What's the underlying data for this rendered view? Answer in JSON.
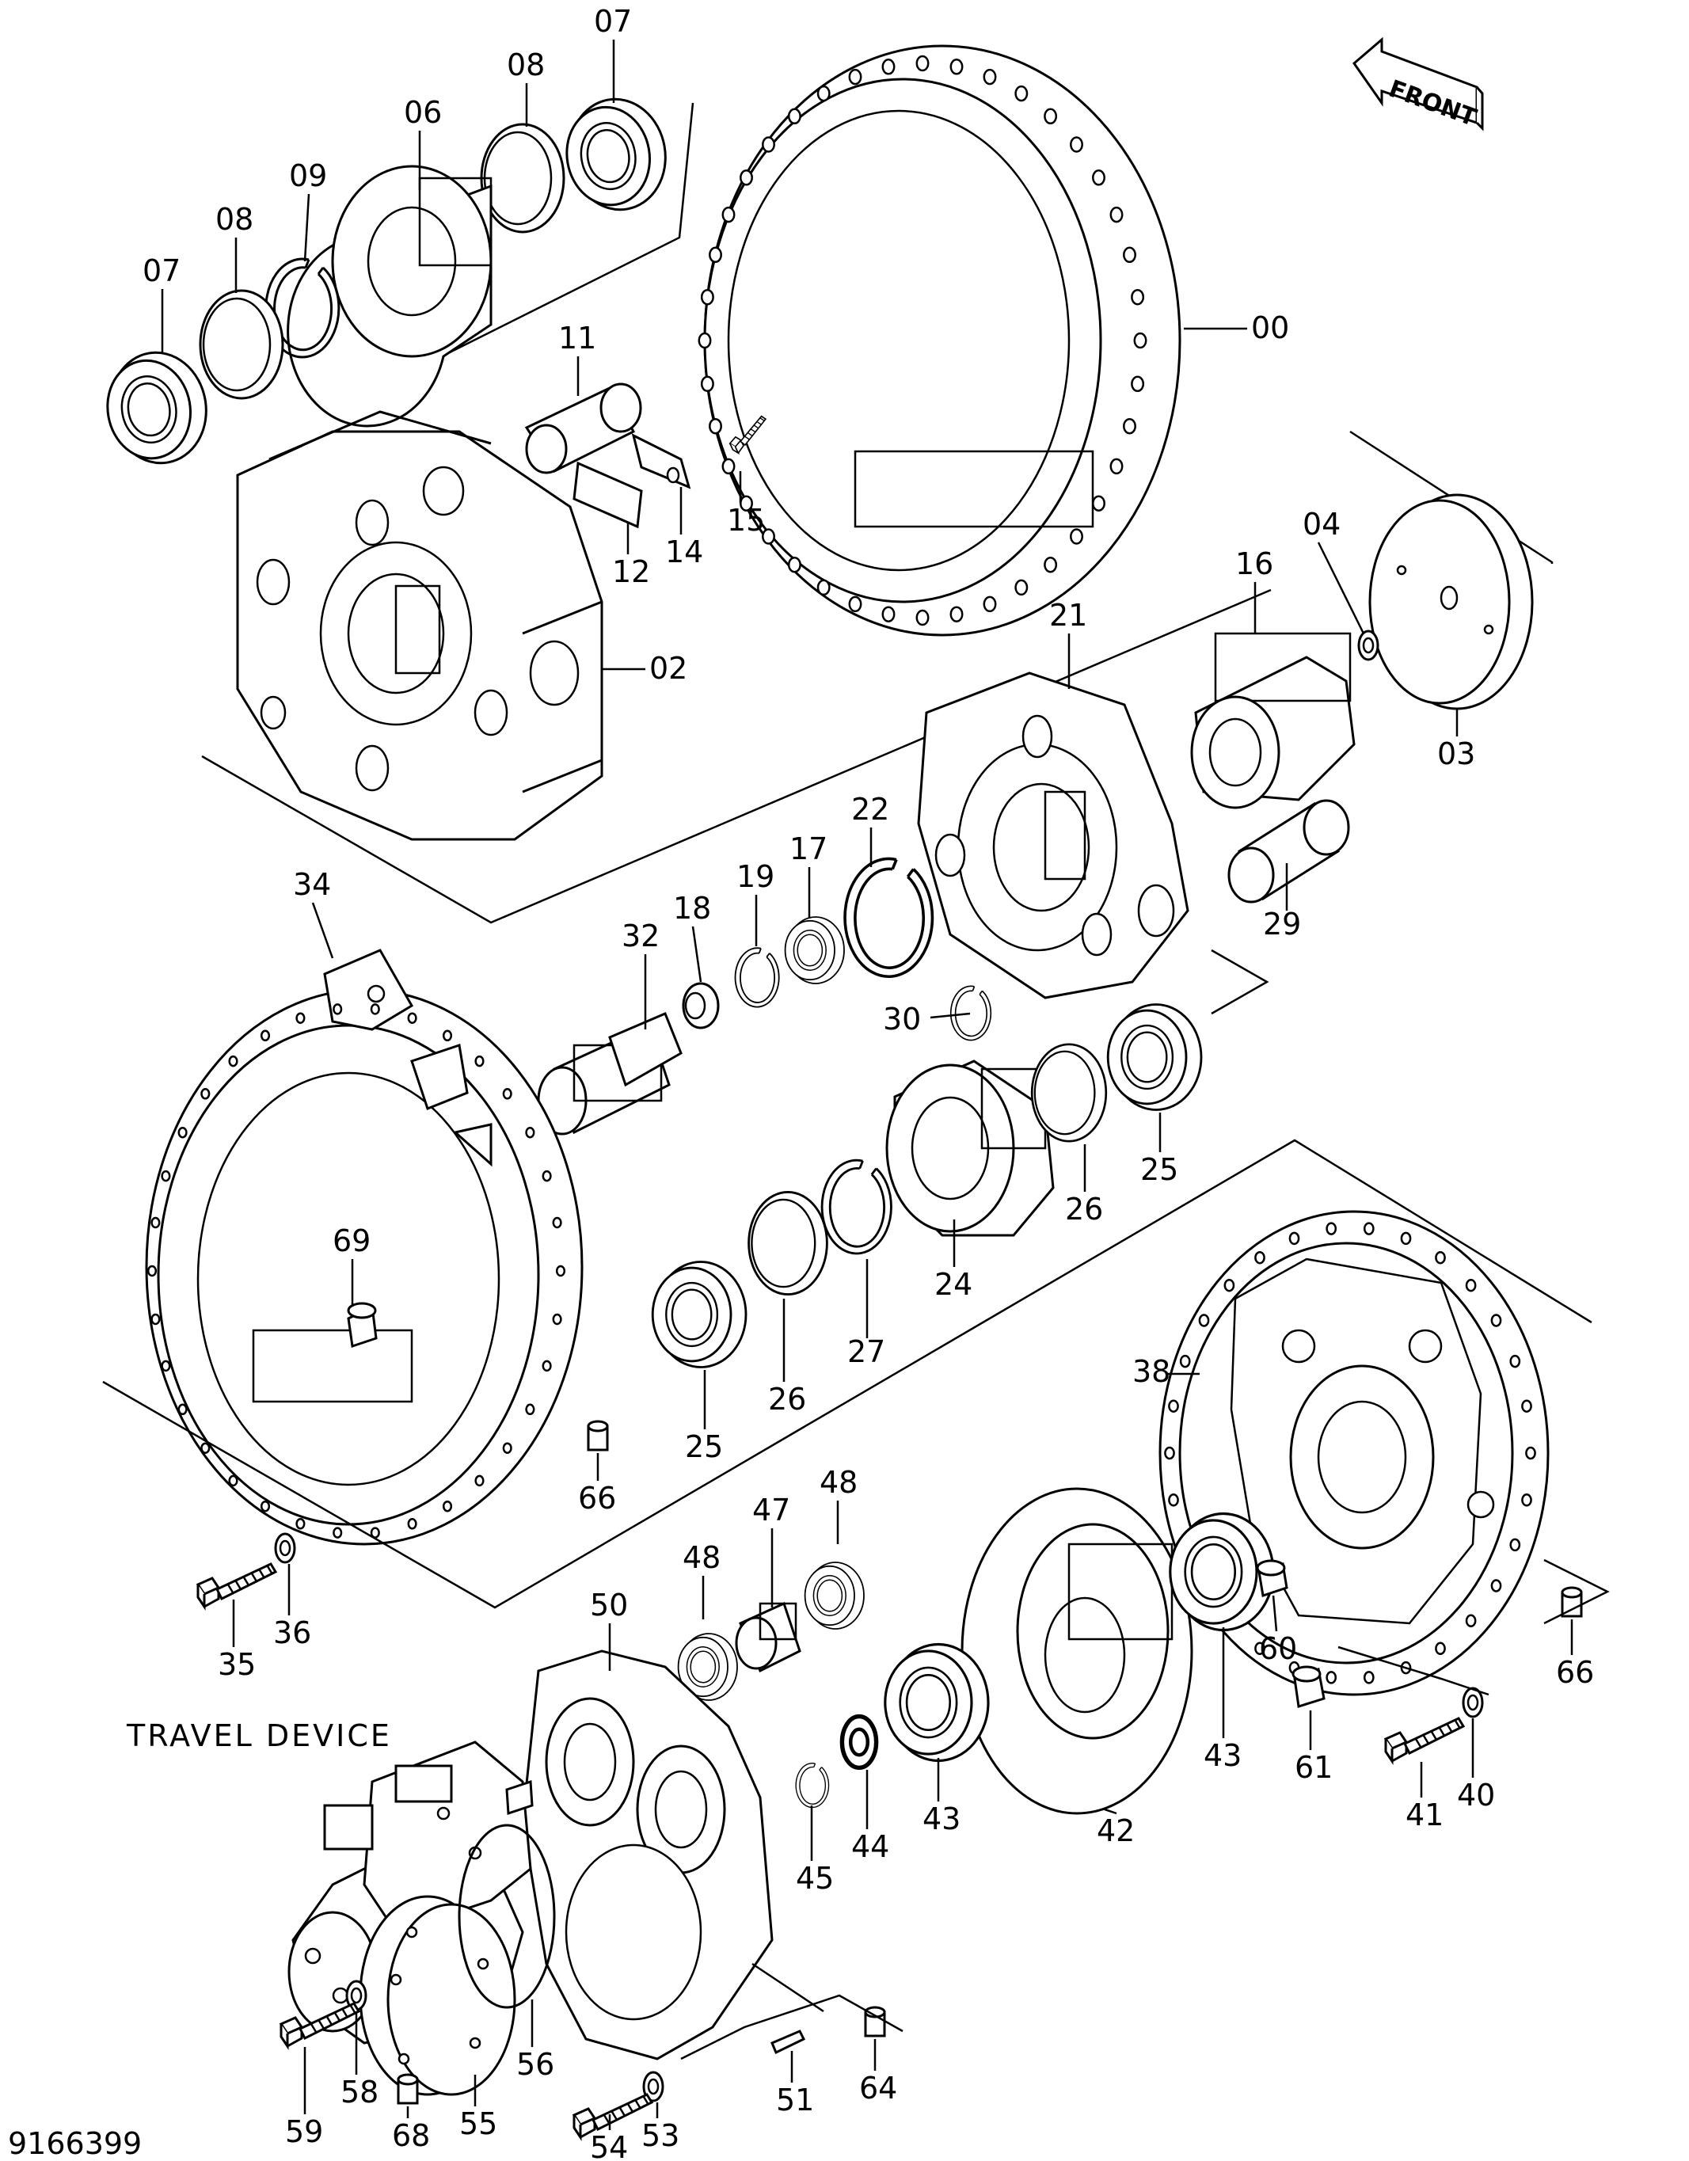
{
  "title": "TRAVEL  DEVICE",
  "figure_number": "9166399",
  "front_label": "FRONT",
  "parts": [
    {
      "id": "p00",
      "label": "00"
    },
    {
      "id": "p02",
      "label": "02"
    },
    {
      "id": "p03",
      "label": "03"
    },
    {
      "id": "p04",
      "label": "04"
    },
    {
      "id": "p06",
      "label": "06"
    },
    {
      "id": "p07a",
      "label": "07"
    },
    {
      "id": "p07b",
      "label": "07"
    },
    {
      "id": "p08a",
      "label": "08"
    },
    {
      "id": "p08b",
      "label": "08"
    },
    {
      "id": "p09",
      "label": "09"
    },
    {
      "id": "p11",
      "label": "11"
    },
    {
      "id": "p12",
      "label": "12"
    },
    {
      "id": "p14",
      "label": "14"
    },
    {
      "id": "p15",
      "label": "15"
    },
    {
      "id": "p16",
      "label": "16"
    },
    {
      "id": "p17",
      "label": "17"
    },
    {
      "id": "p18",
      "label": "18"
    },
    {
      "id": "p19",
      "label": "19"
    },
    {
      "id": "p21",
      "label": "21"
    },
    {
      "id": "p22",
      "label": "22"
    },
    {
      "id": "p24",
      "label": "24"
    },
    {
      "id": "p25a",
      "label": "25"
    },
    {
      "id": "p25b",
      "label": "25"
    },
    {
      "id": "p26a",
      "label": "26"
    },
    {
      "id": "p26b",
      "label": "26"
    },
    {
      "id": "p27",
      "label": "27"
    },
    {
      "id": "p29",
      "label": "29"
    },
    {
      "id": "p30",
      "label": "30"
    },
    {
      "id": "p32",
      "label": "32"
    },
    {
      "id": "p34",
      "label": "34"
    },
    {
      "id": "p35",
      "label": "35"
    },
    {
      "id": "p36",
      "label": "36"
    },
    {
      "id": "p38",
      "label": "38"
    },
    {
      "id": "p40",
      "label": "40"
    },
    {
      "id": "p41",
      "label": "41"
    },
    {
      "id": "p42",
      "label": "42"
    },
    {
      "id": "p43a",
      "label": "43"
    },
    {
      "id": "p43b",
      "label": "43"
    },
    {
      "id": "p44",
      "label": "44"
    },
    {
      "id": "p45",
      "label": "45"
    },
    {
      "id": "p47",
      "label": "47"
    },
    {
      "id": "p48a",
      "label": "48"
    },
    {
      "id": "p48b",
      "label": "48"
    },
    {
      "id": "p50",
      "label": "50"
    },
    {
      "id": "p51",
      "label": "51"
    },
    {
      "id": "p53",
      "label": "53"
    },
    {
      "id": "p54",
      "label": "54"
    },
    {
      "id": "p55",
      "label": "55"
    },
    {
      "id": "p56",
      "label": "56"
    },
    {
      "id": "p58",
      "label": "58"
    },
    {
      "id": "p59",
      "label": "59"
    },
    {
      "id": "p60",
      "label": "60"
    },
    {
      "id": "p61",
      "label": "61"
    },
    {
      "id": "p64",
      "label": "64"
    },
    {
      "id": "p66a",
      "label": "66"
    },
    {
      "id": "p66b",
      "label": "66"
    },
    {
      "id": "p68",
      "label": "68"
    },
    {
      "id": "p69",
      "label": "69"
    }
  ]
}
